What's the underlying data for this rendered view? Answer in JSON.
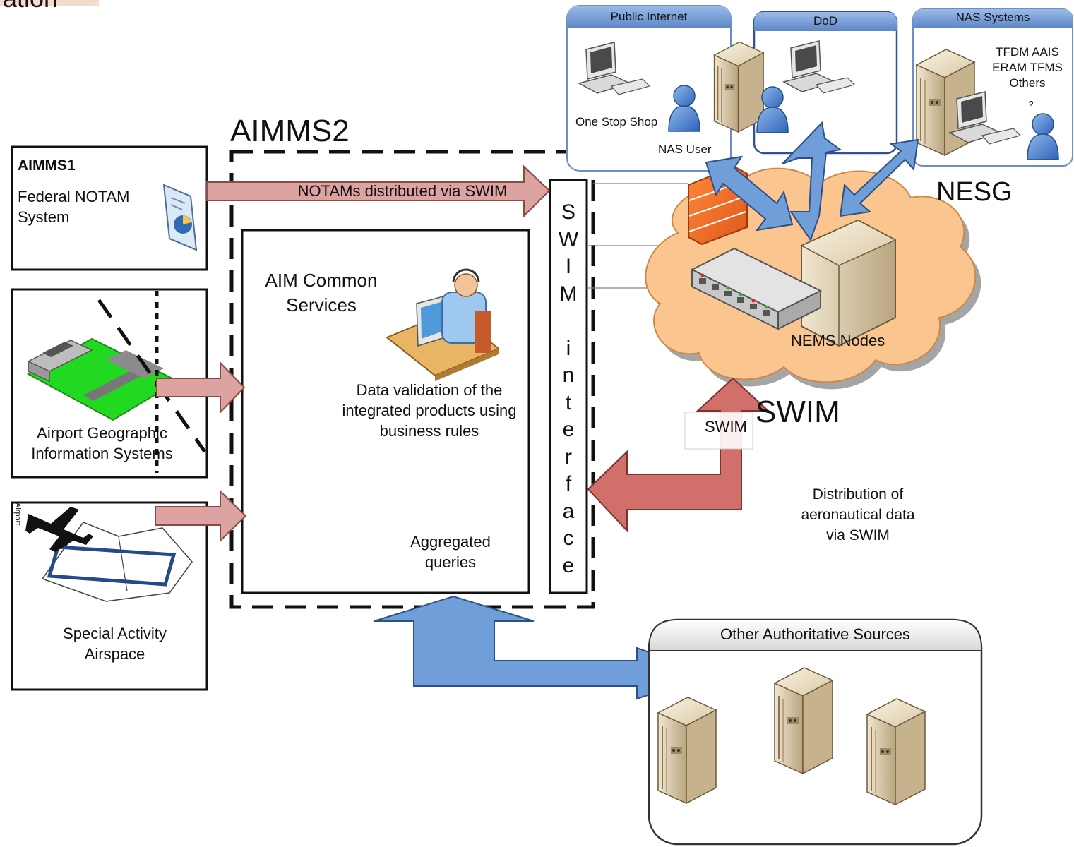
{
  "fragment_top": "ation",
  "aimms2": {
    "title": "AIMMS2"
  },
  "aimms1": {
    "title": "AIMMS1",
    "subtitle_line1": "Federal NOTAM",
    "subtitle_line2": "System"
  },
  "notam_arrow": {
    "label": "NOTAMs distributed via SWIM"
  },
  "airport_gis": {
    "line1": "Airport Geographic",
    "line2": "Information Systems"
  },
  "special_activity": {
    "line1": "Special Activity",
    "line2": "Airspace",
    "tiny_label": "Airport"
  },
  "aim_common": {
    "title_line1": "AIM Common",
    "title_line2": "Services",
    "validation_line1": "Data validation of the",
    "validation_line2": "integrated products using",
    "validation_line3": "business rules",
    "queries_line1": "Aggregated",
    "queries_line2": "queries"
  },
  "swim_interface": {
    "letters": [
      "S",
      "W",
      "I",
      "M",
      "",
      "i",
      "n",
      "t",
      "e",
      "r",
      "f",
      "a",
      "c",
      "e"
    ]
  },
  "public_internet": {
    "header": "Public Internet",
    "one_stop_shop": "One Stop Shop",
    "nas_user": "NAS User"
  },
  "dod": {
    "header": "DoD"
  },
  "nas_systems": {
    "header": "NAS Systems",
    "line1": "TFDM AAIS",
    "line2": "ERAM TFMS",
    "line3": "Others",
    "question": "?"
  },
  "nesg": {
    "label": "NESG"
  },
  "swim_cloud": {
    "label": "SWIM",
    "nodes_label": "NEMS Nodes",
    "arrow_label": "SWIM"
  },
  "distribution": {
    "line1": "Distribution of",
    "line2": "aeronautical data",
    "line3": "via SWIM"
  },
  "other_sources": {
    "header": "Other Authoritative Sources"
  },
  "colors": {
    "pink_arrow": "#dca3a0",
    "red_arrow": "#d16f6a",
    "blue_arrow": "#6f9ed8",
    "cloud": "#fbc58f",
    "green_runway": "#22d922",
    "header_blue": "#6f97d2",
    "server_beige": "#dcc9a6"
  }
}
